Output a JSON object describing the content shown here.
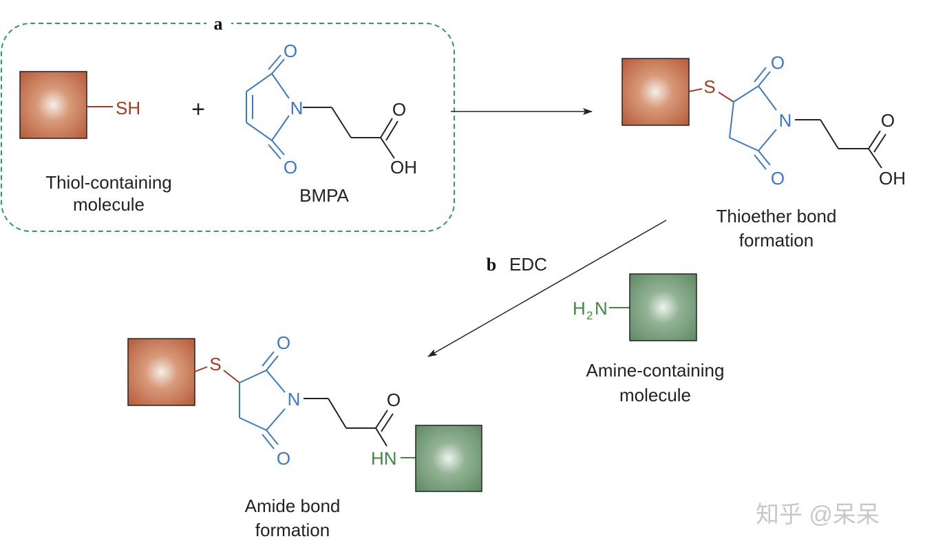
{
  "panel_a": {
    "letter": "a",
    "thiol_label_line1": "Thiol-containing",
    "thiol_label_line2": "molecule",
    "sh": "SH",
    "plus": "+",
    "bmpa_label": "BMPA",
    "bmpa_o_top": "O",
    "bmpa_o_bottom": "O",
    "bmpa_n": "N",
    "bmpa_acid_o": "O",
    "bmpa_acid_oh": "OH"
  },
  "product1": {
    "s": "S",
    "n": "N",
    "o_top": "O",
    "o_bottom": "O",
    "acid_o": "O",
    "acid_oh": "OH",
    "label_line1": "Thioether bond",
    "label_line2": "formation"
  },
  "step_b": {
    "letter": "b",
    "reagent": "EDC"
  },
  "amine": {
    "h": "H",
    "sub": "2",
    "n": "N",
    "label_line1": "Amine-containing",
    "label_line2": "molecule"
  },
  "product2": {
    "s": "S",
    "n": "N",
    "o_top": "O",
    "o_bottom": "O",
    "amide_o": "O",
    "hn": "HN",
    "label_line1": "Amide bond",
    "label_line2": "formation"
  },
  "watermark": "知乎 @呆呆",
  "colors": {
    "thiol": "#a63a22",
    "maleimide": "#3b78c8",
    "amine": "#3e8a3e",
    "bond": "#222222",
    "box_green": "#28a050"
  }
}
